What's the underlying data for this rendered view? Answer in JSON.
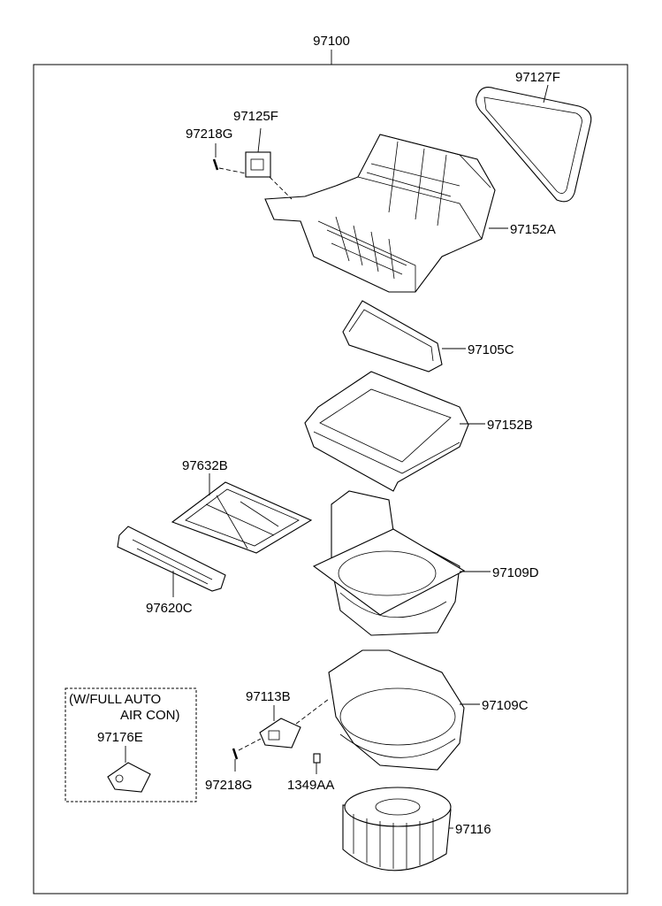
{
  "assembly": "97100",
  "labels": {
    "p97127F": "97127F",
    "p97125F": "97125F",
    "p97218G_top": "97218G",
    "p97152A": "97152A",
    "p97105C": "97105C",
    "p97152B": "97152B",
    "p97632B": "97632B",
    "p97109D": "97109D",
    "p97620C": "97620C",
    "p97113B": "97113B",
    "p97109C": "97109C",
    "p97176E": "97176E",
    "p97218G_bottom": "97218G",
    "p1349AA": "1349AA",
    "p97116": "97116"
  },
  "option_box": {
    "line1": "(W/FULL AUTO",
    "line2": "AIR CON)"
  }
}
